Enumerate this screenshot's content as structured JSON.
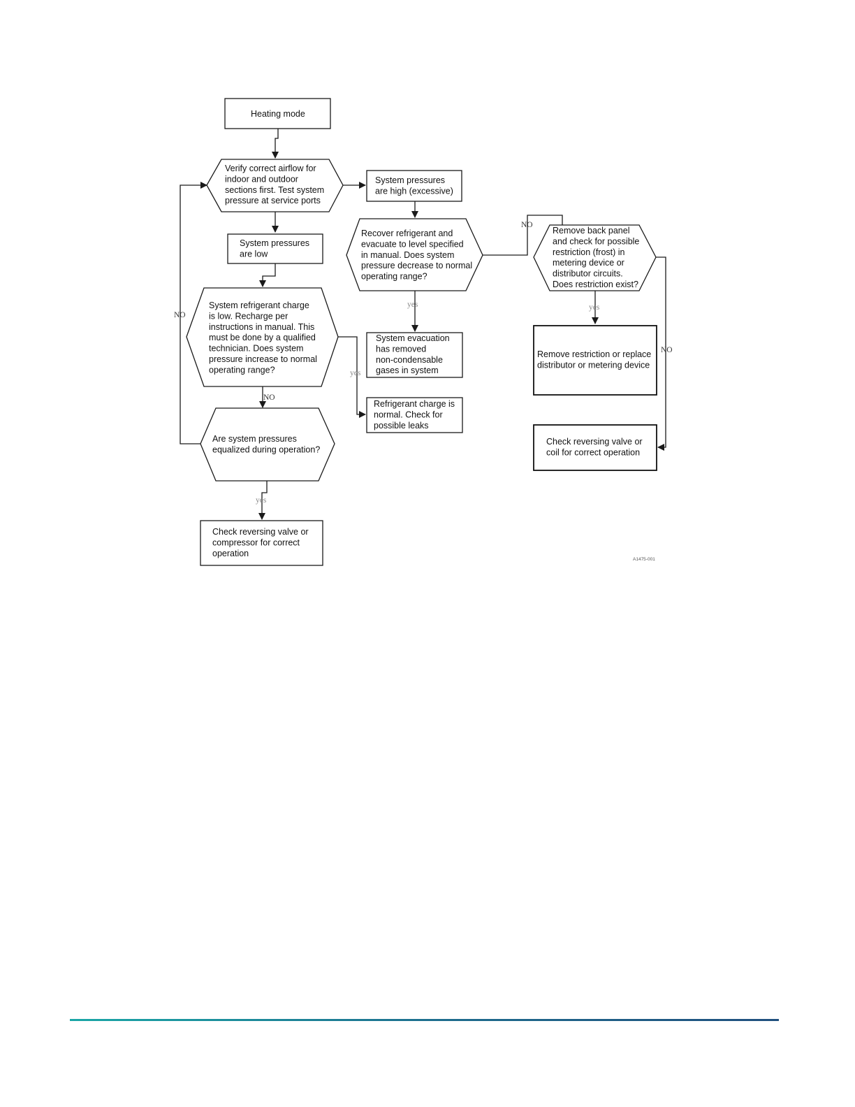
{
  "flowchart": {
    "nodes": {
      "heating_mode": [
        "Heating mode"
      ],
      "verify_airflow": [
        "Verify correct airflow for",
        "indoor and outdoor",
        "sections first. Test system",
        "pressure at service ports"
      ],
      "pressures_high": [
        "System pressures",
        "are high (excessive)"
      ],
      "pressures_low": [
        "System pressures",
        "are low"
      ],
      "recover_refrigerant": [
        "Recover refrigerant and",
        "evacuate to level specified",
        "in manual. Does system",
        "pressure decrease to normal",
        "operating range?"
      ],
      "remove_back_panel": [
        "Remove back panel",
        "and check for possible",
        "restriction (frost) in",
        "metering device or",
        "distributor circuits.",
        "Does restriction exist?"
      ],
      "charge_low": [
        "System refrigerant charge",
        "is low. Recharge per",
        "instructions in manual. This",
        "must be done by a qualified",
        "technician. Does system",
        "pressure increase to normal",
        "operating range?"
      ],
      "evacuation_removed": [
        "System evacuation",
        "has removed",
        "non-condensable",
        "gases in system"
      ],
      "remove_restriction": [
        "Remove restriction or replace",
        "distributor or metering device"
      ],
      "charge_normal": [
        "Refrigerant charge is",
        "normal. Check for",
        "possible leaks"
      ],
      "equalized": [
        "Are system pressures",
        "equalized during operation?"
      ],
      "check_reversing_coil": [
        "Check reversing valve or",
        "coil for correct operation"
      ],
      "check_reversing_compressor": [
        "Check reversing valve or",
        "compressor for correct",
        "operation"
      ]
    },
    "edge_labels": {
      "no_loop_left": "NO",
      "yes_charge_normal": "yes",
      "no_to_equalized": "NO",
      "yes_to_compressor": "yes",
      "yes_to_evacuation": "yes",
      "no_to_back_panel": "NO",
      "yes_to_remove_restriction": "yes",
      "no_to_coil_check": "NO"
    },
    "figure_id": "A1475-001"
  },
  "footer": {
    "rule_colors": [
      "#1aa6a6",
      "#1d6a8c",
      "#1f4f7e"
    ]
  }
}
